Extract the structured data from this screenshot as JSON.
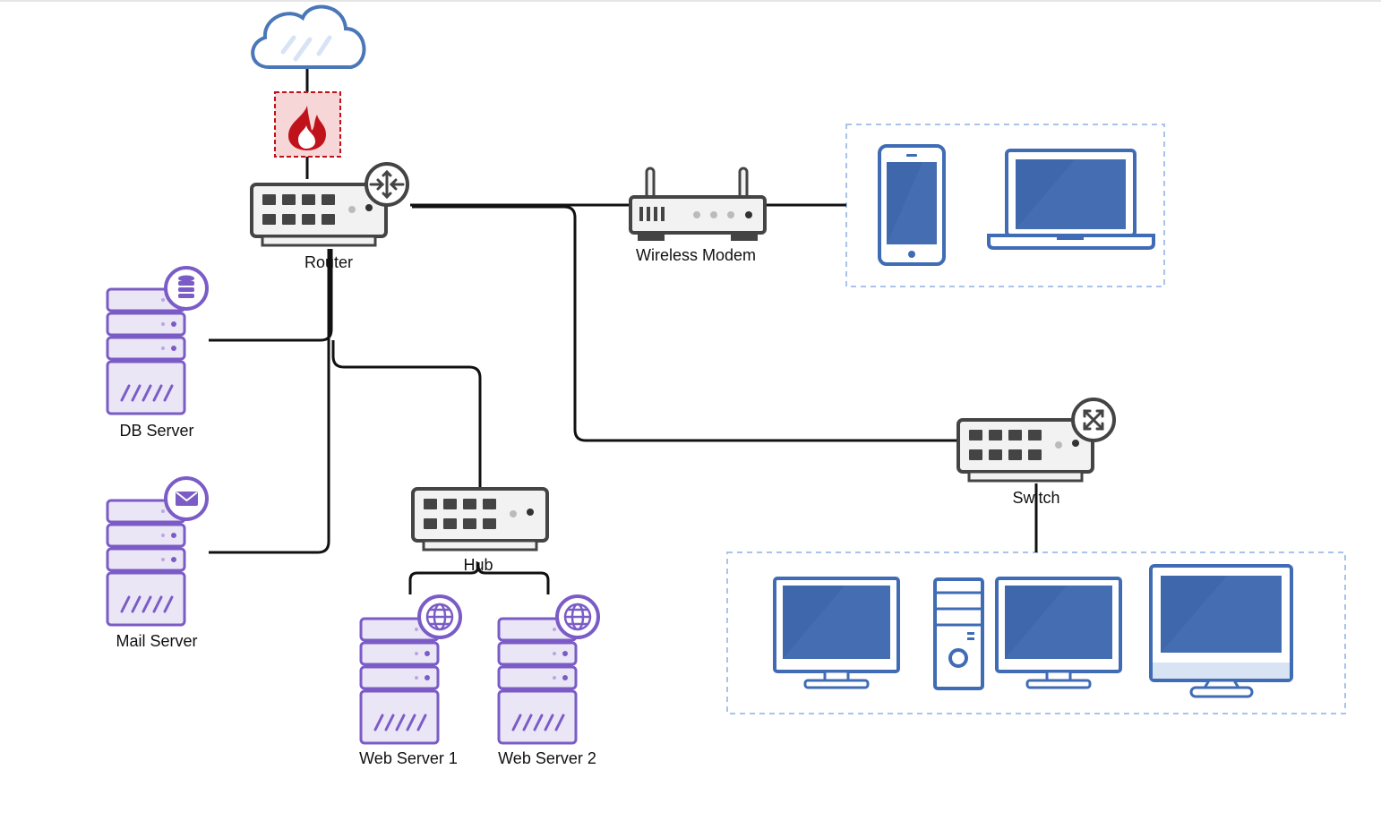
{
  "labels": {
    "router": "Router",
    "wireless_modem": "Wireless Modem",
    "db_server": "DB Server",
    "mail_server": "Mail Server",
    "hub": "Hub",
    "web_server_1": "Web Server 1",
    "web_server_2": "Web Server 2",
    "switch": "Switch"
  },
  "icons": {
    "cloud": "cloud-icon",
    "firewall": "firewall-icon",
    "router": "router-icon",
    "wireless_modem": "wireless-modem-icon",
    "server": "server-icon",
    "database_badge": "database-icon",
    "mail_badge": "envelope-icon",
    "web_badge": "globe-icon",
    "phone": "smartphone-icon",
    "laptop": "laptop-icon",
    "monitor": "monitor-icon",
    "tower": "desktop-tower-icon",
    "imac": "all-in-one-computer-icon",
    "hub": "hub-icon",
    "switch": "switch-icon"
  },
  "colors": {
    "device_gray": "#444444",
    "server_purple": "#7b5cc7",
    "server_fill": "#ebe6f6",
    "client_blue": "#3f6cb5",
    "client_screen": "#3e67ac",
    "firewall_red": "#c0121b",
    "cloud_blue": "#4a77b8",
    "group_dash": "#a9c3ea",
    "link": "#111111"
  }
}
